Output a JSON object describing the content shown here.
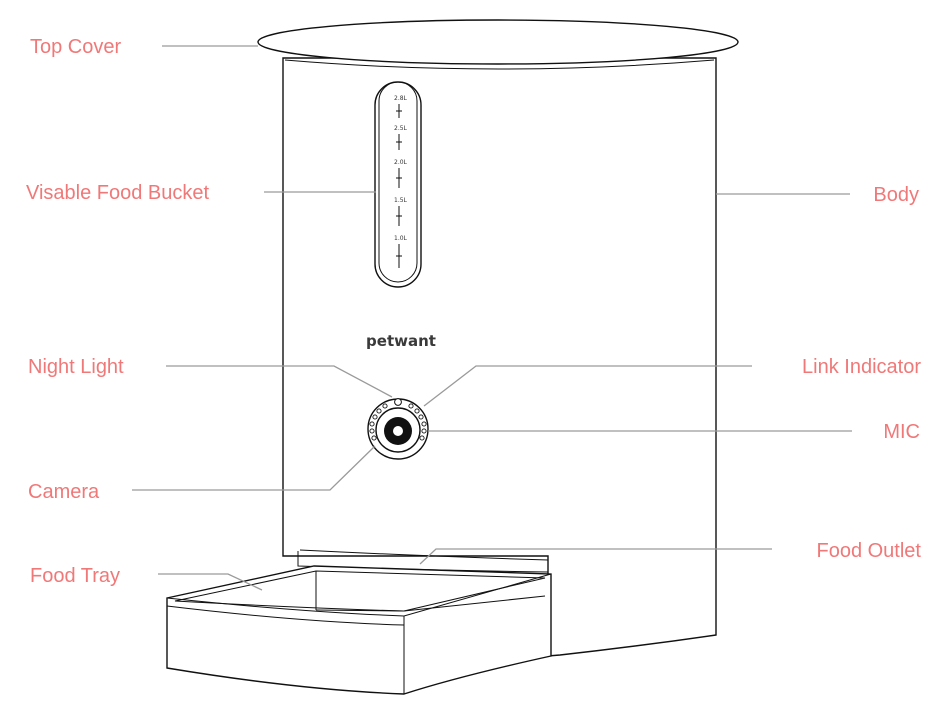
{
  "brand": "petwant",
  "labels": {
    "top_cover": "Top Cover",
    "visable_food_bucket": "Visable Food Bucket",
    "body": "Body",
    "night_light": "Night Light",
    "link_indicator": "Link Indicator",
    "mic": "MIC",
    "camera": "Camera",
    "food_tray": "Food Tray",
    "food_outlet": "Food Outlet"
  },
  "scale_marks": [
    "2.8L",
    "2.5L",
    "2.0L",
    "1.5L",
    "1.0L"
  ],
  "colors": {
    "label_text": "#f07878",
    "leader_line": "#9a9a9a",
    "outline": "#111111"
  }
}
